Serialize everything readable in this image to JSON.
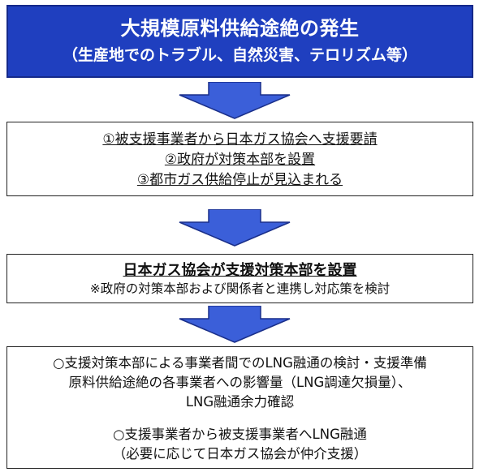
{
  "header": {
    "title": "大規模原料供給途絶の発生",
    "subtitle": "（生産地でのトラブル、自然災害、テロリズム等）"
  },
  "step1": {
    "lines": [
      "①被支援事業者から日本ガス協会へ支援要請",
      "②政府が対策本部を設置",
      "③都市ガス供給停止が見込まれる"
    ]
  },
  "step2": {
    "main": "日本ガス協会が支援対策本部を設置",
    "note": "※政府の対策本部および関係者と連携し対応策を検討"
  },
  "step3": {
    "lines": [
      "○支援対策本部による事業者間でのLNG融通の検討・支援準備",
      "原料供給途絶の各事業者への影響量（LNG調達欠損量）、",
      "LNG融通余力確認",
      "○支援事業者から被支援事業者へLNG融通",
      "（必要に応じて日本ガス協会が仲介支援）"
    ]
  },
  "colors": {
    "header_bg": "#1f3fbf",
    "arrow_fill": "#3b5fd9",
    "arrow_stroke": "#1a2f8a"
  },
  "icons": [
    "down-arrow-icon"
  ]
}
